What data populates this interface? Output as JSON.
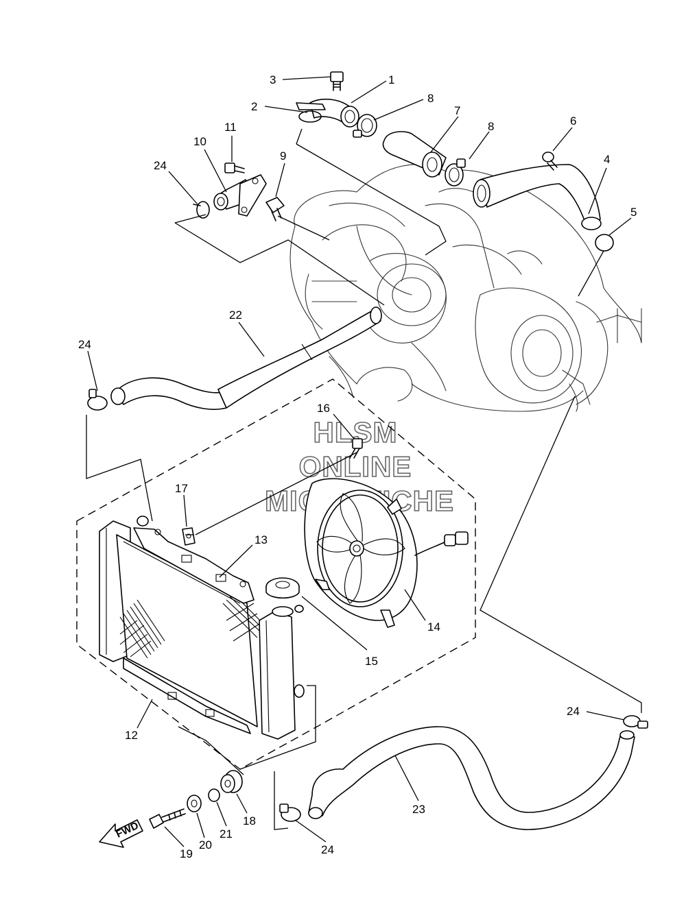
{
  "watermark": {
    "lines": [
      "HLSM",
      "ONLINE",
      "MICROFICHE"
    ]
  },
  "direction_arrow": {
    "label": "FWD"
  },
  "callouts": {
    "c1": "1",
    "c2": "2",
    "c3": "3",
    "c4": "4",
    "c5": "5",
    "c6": "6",
    "c7": "7",
    "c8a": "8",
    "c8b": "8",
    "c9": "9",
    "c10": "10",
    "c11": "11",
    "c12": "12",
    "c13": "13",
    "c14": "14",
    "c15": "15",
    "c16": "16",
    "c17": "17",
    "c18": "18",
    "c19": "19",
    "c20": "20",
    "c21": "21",
    "c22": "22",
    "c23": "23",
    "c24a": "24",
    "c24b": "24",
    "c24c": "24",
    "c24d": "24"
  }
}
